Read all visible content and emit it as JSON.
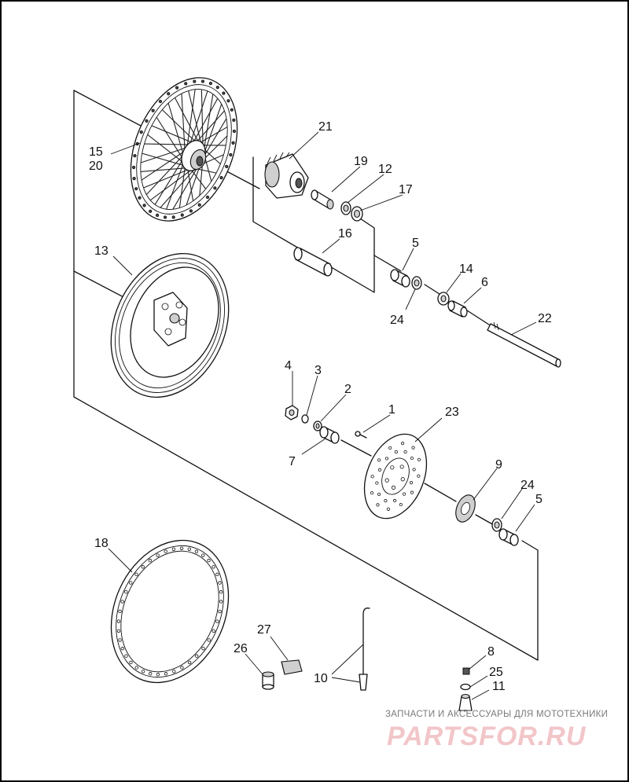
{
  "diagram": {
    "callouts": [
      {
        "id": "15",
        "text": "15"
      },
      {
        "id": "20",
        "text": "20"
      },
      {
        "id": "21",
        "text": "21"
      },
      {
        "id": "19",
        "text": "19"
      },
      {
        "id": "12",
        "text": "12"
      },
      {
        "id": "17",
        "text": "17"
      },
      {
        "id": "16",
        "text": "16"
      },
      {
        "id": "13",
        "text": "13"
      },
      {
        "id": "5a",
        "text": "5"
      },
      {
        "id": "24a",
        "text": "24"
      },
      {
        "id": "14",
        "text": "14"
      },
      {
        "id": "6",
        "text": "6"
      },
      {
        "id": "22",
        "text": "22"
      },
      {
        "id": "4",
        "text": "4"
      },
      {
        "id": "3",
        "text": "3"
      },
      {
        "id": "2",
        "text": "2"
      },
      {
        "id": "1",
        "text": "1"
      },
      {
        "id": "23",
        "text": "23"
      },
      {
        "id": "7",
        "text": "7"
      },
      {
        "id": "9",
        "text": "9"
      },
      {
        "id": "24b",
        "text": "24"
      },
      {
        "id": "5b",
        "text": "5"
      },
      {
        "id": "18",
        "text": "18"
      },
      {
        "id": "27",
        "text": "27"
      },
      {
        "id": "26",
        "text": "26"
      },
      {
        "id": "10",
        "text": "10"
      },
      {
        "id": "8",
        "text": "8"
      },
      {
        "id": "25",
        "text": "25"
      },
      {
        "id": "11",
        "text": "11"
      }
    ]
  },
  "watermark": {
    "tagline": "ЗАПЧАСТИ И АКСЕССУАРЫ ДЛЯ МОТОТЕХНИКИ",
    "brand": "PARTSFOR.RU"
  }
}
